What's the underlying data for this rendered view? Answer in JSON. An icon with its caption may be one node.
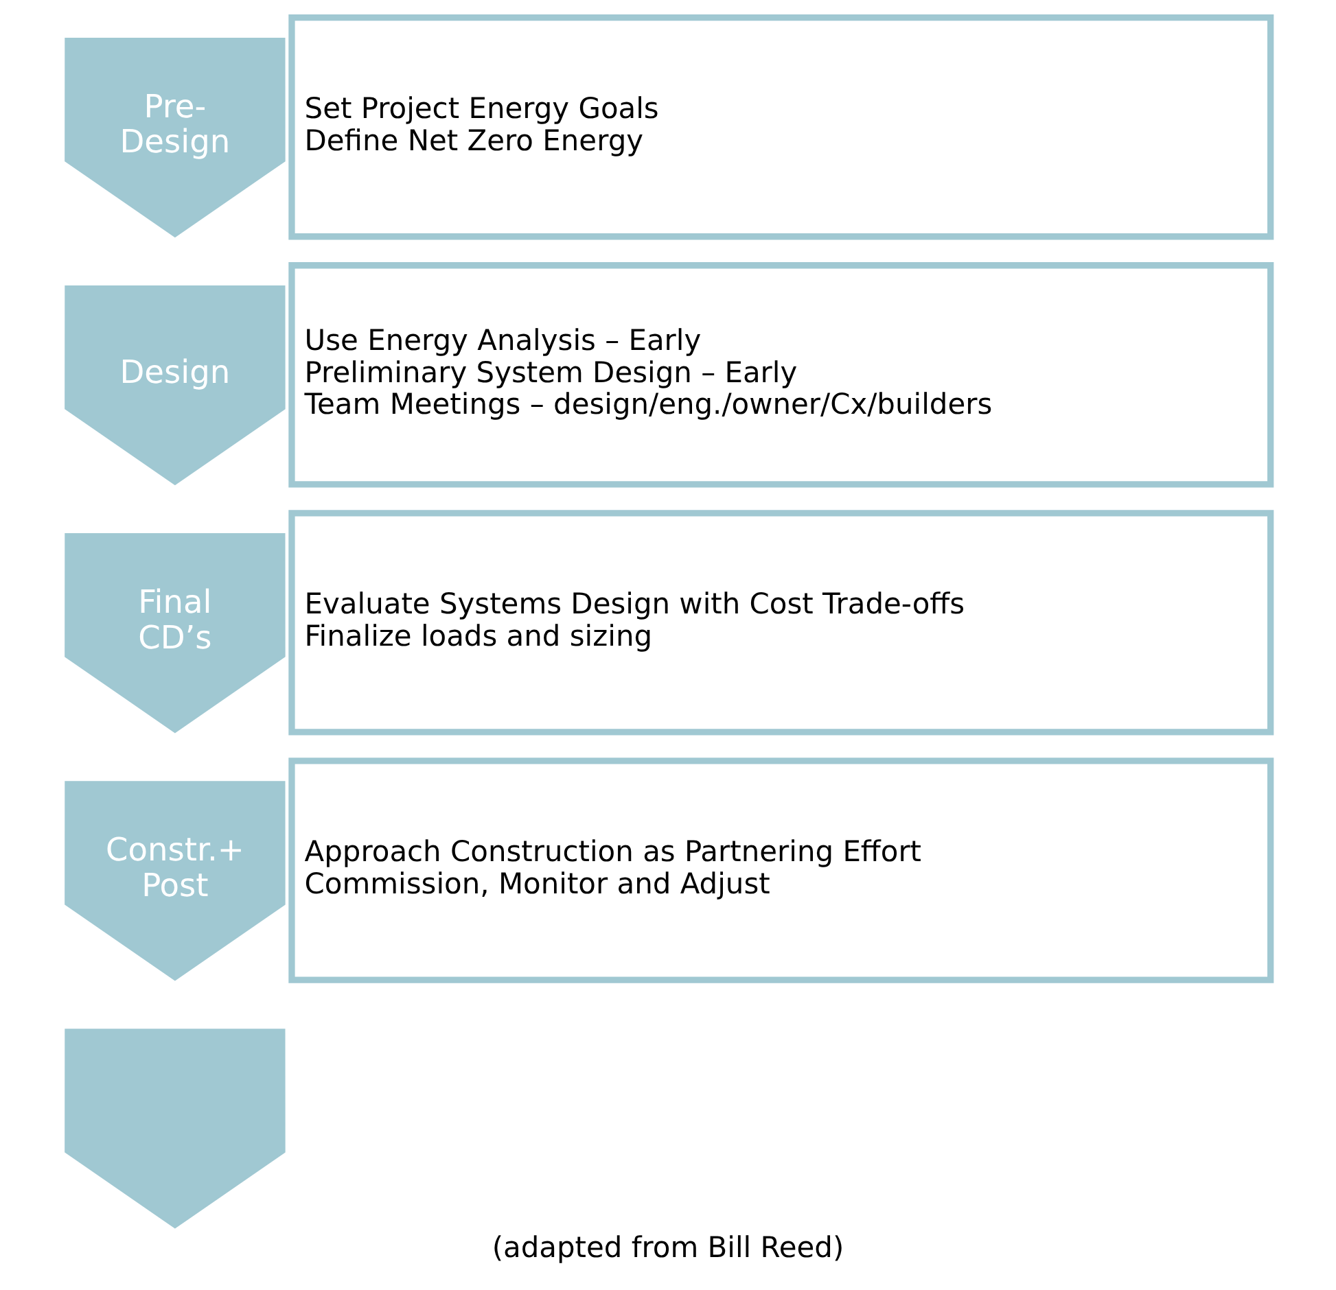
{
  "diagram": {
    "caption": "(adapted from Bill Reed)",
    "nodes": [
      {
        "text": [
          "Pre- Design"
        ]
      },
      {
        "text": [
          "Set Project Energy Goals",
          "Define Net Zero Energy"
        ]
      },
      {
        "text": [
          "Design"
        ]
      },
      {
        "text": [
          "Use Energy Analysis – Early",
          "Preliminary System Design – Early",
          "Team Meetings – design/eng./owner/Cx/builders"
        ]
      },
      {
        "text": [
          "Final CD’s"
        ]
      },
      {
        "text": [
          "Evaluate Systems Design with Cost Trade-offs",
          "Finalize loads and sizing"
        ]
      },
      {
        "text": [
          "Constr.+ Post"
        ]
      },
      {
        "text": [
          "Approach Construction as Partnering Effort",
          "Commission, Monitor and Adjust"
        ]
      },
      {
        "text": [],
        "shape": "chevron"
      }
    ],
    "edges": []
  }
}
